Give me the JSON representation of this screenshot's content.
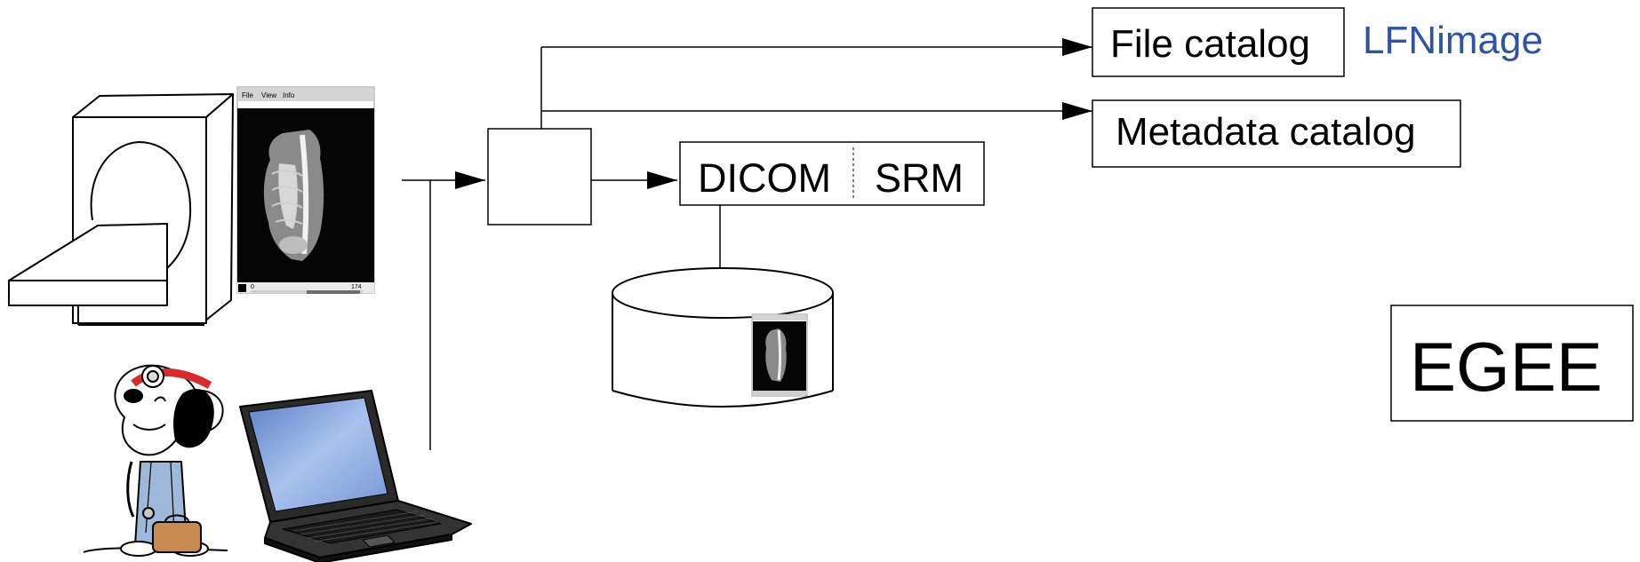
{
  "viewer": {
    "menu": {
      "file": "File",
      "view": "View",
      "info": "Info"
    },
    "scale_min": "0",
    "scale_max": "174"
  },
  "boxes": {
    "dicom": "DICOM",
    "srm": "SRM",
    "file_catalog": "File catalog",
    "metadata_catalog": "Metadata catalog",
    "egee": "EGEE"
  },
  "lfn_label": "LFNimage",
  "colors": {
    "lfn_label": "#2f54a3",
    "stroke": "#000000",
    "laptop_screen": "#7f9ed6",
    "doctor_band": "#d92b2b",
    "doctor_coat": "#9db8d9",
    "bag": "#c98a52"
  },
  "icons": {
    "scanner": "ct-scanner-icon",
    "doctor": "doctor-dog-icon",
    "laptop": "laptop-icon",
    "storage": "storage-cylinder-icon"
  }
}
